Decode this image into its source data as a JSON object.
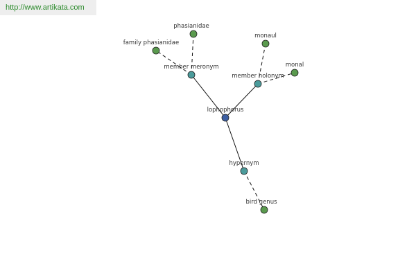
{
  "source_url": "http://www.artikata.com",
  "colors": {
    "center_node": "#3d5fa3",
    "relation_node": "#4b9b9b",
    "leaf_node": "#5a9a4e",
    "edge": "#111111",
    "banner_text": "#2b8a2b"
  },
  "graph": {
    "center": {
      "label": "lophophorus",
      "icon": "circle-node"
    },
    "relations": [
      {
        "label": "member meronym",
        "targets": [
          "phasianidae",
          "family phasianidae"
        ]
      },
      {
        "label": "member holonym",
        "targets": [
          "monaul",
          "monal"
        ]
      },
      {
        "label": "hypernym",
        "targets": [
          "bird genus"
        ]
      }
    ]
  }
}
